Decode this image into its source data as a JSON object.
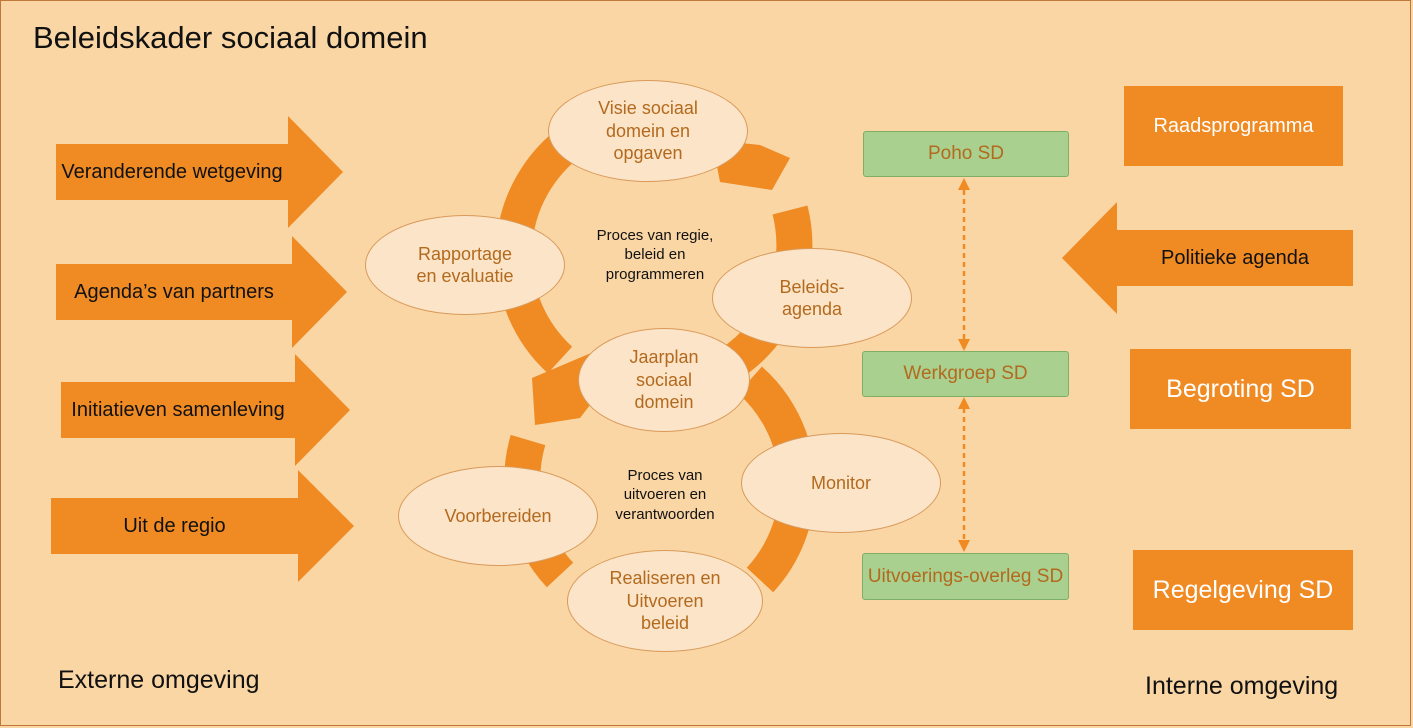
{
  "title": "Beleidskader sociaal domein",
  "external": {
    "label": "Externe omgeving",
    "arrows": [
      "Veranderende wetgeving",
      "Agenda’s van partners",
      "Initiatieven samenleving",
      "Uit de regio"
    ]
  },
  "internal": {
    "label": "Interne omgeving",
    "raadsprogramma": "Raadsprogramma",
    "politieke_agenda": "Politieke agenda",
    "begroting": "Begroting SD",
    "regelgeving": "Regelgeving SD"
  },
  "structure": {
    "poho": "Poho SD",
    "werkgroep": "Werkgroep SD",
    "uitvoeringsoverleg": "Uitvoerings-overleg SD"
  },
  "cycle_top": {
    "center": "Proces van regie,\nbeleid en\nprogrammeren",
    "visie": "Visie sociaal\ndomein en\nopgaven",
    "beleidsagenda": "Beleids-\nagenda",
    "rapportage": "Rapportage\nen evaluatie"
  },
  "shared": {
    "jaarplan": "Jaarplan\nsociaal\ndomein"
  },
  "cycle_bottom": {
    "center": "Proces van\nuitvoeren en\nverantwoorden",
    "monitor": "Monitor",
    "realiseren": "Realiseren en\nUitvoeren\nbeleid",
    "voorbereiden": "Voorbereiden"
  },
  "colors": {
    "background": "#fad6a5",
    "orange": "#f08a22",
    "green_box": "#a9d08e",
    "ellipse": "#fbe4c8",
    "accent_text": "#b36a1e"
  }
}
